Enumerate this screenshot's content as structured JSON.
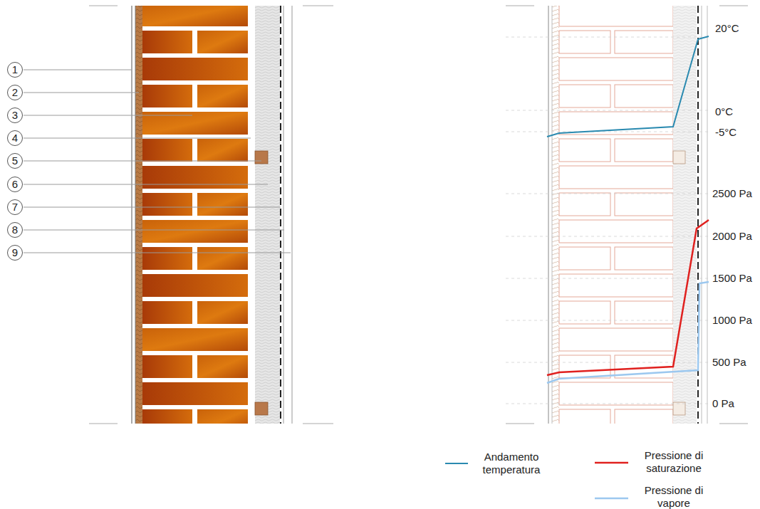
{
  "diagram": {
    "labels": [
      "1",
      "2",
      "3",
      "4",
      "5",
      "6",
      "7",
      "8",
      "9",
      "20°C",
      "0°C",
      "-5°C",
      "2500 Pa",
      "2000 Pa",
      "1500 Pa",
      "1000 Pa",
      "500 Pa",
      "0 Pa"
    ],
    "legend": [
      {
        "text": "Andamento temperatura"
      },
      {
        "text": "Pressione di saturazione"
      },
      {
        "text": "Pressione di vapore"
      }
    ]
  }
}
